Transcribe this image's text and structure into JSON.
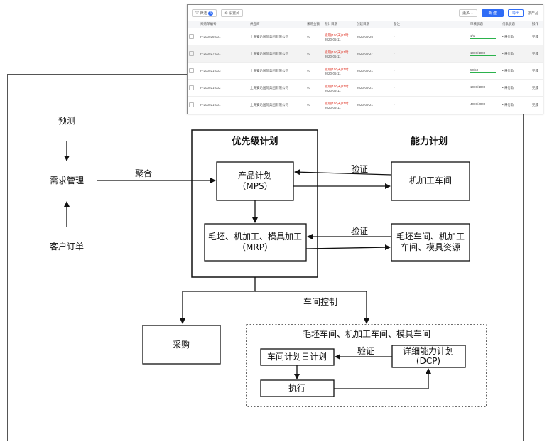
{
  "diagram": {
    "forecast": "预测",
    "demand_mgmt": "需求管理",
    "customer_order": "客户订单",
    "aggregate": "聚合",
    "priority_plan": "优先级计划",
    "capacity_plan": "能力计划",
    "mps_line1": "产品计划",
    "mps_line2": "（MPS）",
    "mrp_line1": "毛坯、机加工、模具加工",
    "mrp_line2": "（MRP）",
    "verify1": "验证",
    "verify2": "验证",
    "verify3": "验证",
    "machining_shop": "机加工车间",
    "resources_line1": "毛坯车间、机加工",
    "resources_line2": "车间、模具资源",
    "shop_control": "车间控制",
    "purchase": "采购",
    "workshops": "毛坯车间、机加工车间、模具车间",
    "daily_plan": "车间计划日计划",
    "dcp_line1": "详细能力计划",
    "dcp_line2": "(DCP)",
    "execute": "执行"
  },
  "screenshot": {
    "toolbar": {
      "filter": "筛选",
      "filter_count": "6",
      "column_setting": "设置列",
      "more": "更多",
      "primary_btn": "新 建",
      "export_btn": "导出",
      "extra": "按产品"
    },
    "columns": [
      "采购单编号",
      "供应商",
      "采购金额",
      "预计日期",
      "创建日期",
      "备注",
      "审核状态",
      "付款状态",
      "操作"
    ],
    "rows": [
      {
        "id": "P-200926-001",
        "supplier": "上海安达国际集团有限公司",
        "amount": "¥0",
        "due": "逾期(150天)21时",
        "due_date": "2020-05-11",
        "created": "2020-09-26",
        "note": "-",
        "progress": "1/1",
        "pay": "未付款",
        "op": "完成"
      },
      {
        "id": "P-200927-001",
        "supplier": "上海安达国际集团有限公司",
        "amount": "¥0",
        "due": "逾期(150天)21时",
        "due_date": "2020-05-11",
        "created": "2020-09-27",
        "note": "-",
        "progress": "1000/1000",
        "pay": "未付款",
        "op": "完成"
      },
      {
        "id": "P-200921-003",
        "supplier": "上海安达国际集团有限公司",
        "amount": "¥0",
        "due": "逾期(150天)21时",
        "due_date": "2020-05-11",
        "created": "2020-09-21",
        "note": "-",
        "progress": "50/50",
        "pay": "未付款",
        "op": "完成"
      },
      {
        "id": "P-200921-002",
        "supplier": "上海安达国际集团有限公司",
        "amount": "¥0",
        "due": "逾期(150天)21时",
        "due_date": "2020-05-11",
        "created": "2020-09-21",
        "note": "-",
        "progress": "1000/1000",
        "pay": "未付款",
        "op": "完成"
      },
      {
        "id": "P-200921-001",
        "supplier": "上海安达国际集团有限公司",
        "amount": "¥0",
        "due": "逾期(150天)21时",
        "due_date": "2020-05-11",
        "created": "2020-09-21",
        "note": "-",
        "progress": "4000/4000",
        "pay": "未付款",
        "op": "完成"
      }
    ]
  }
}
